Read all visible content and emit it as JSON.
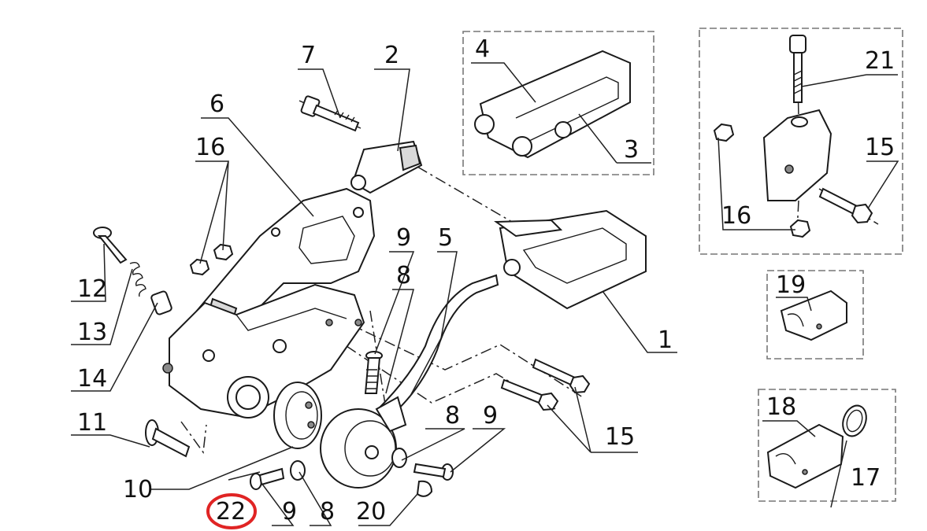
{
  "diagram": {
    "accent_color": "#e02424",
    "callouts": [
      {
        "id": "c1",
        "text": "1"
      },
      {
        "id": "c2",
        "text": "2"
      },
      {
        "id": "c3",
        "text": "3"
      },
      {
        "id": "c4",
        "text": "4"
      },
      {
        "id": "c5",
        "text": "5"
      },
      {
        "id": "c6",
        "text": "6"
      },
      {
        "id": "c7",
        "text": "7"
      },
      {
        "id": "c8a",
        "text": "8"
      },
      {
        "id": "c8b",
        "text": "8"
      },
      {
        "id": "c8c",
        "text": "8"
      },
      {
        "id": "c9a",
        "text": "9"
      },
      {
        "id": "c9b",
        "text": "9"
      },
      {
        "id": "c9c",
        "text": "9"
      },
      {
        "id": "c10",
        "text": "10"
      },
      {
        "id": "c11",
        "text": "11"
      },
      {
        "id": "c12",
        "text": "12"
      },
      {
        "id": "c13",
        "text": "13"
      },
      {
        "id": "c14",
        "text": "14"
      },
      {
        "id": "c15a",
        "text": "15"
      },
      {
        "id": "c15b",
        "text": "15"
      },
      {
        "id": "c16a",
        "text": "16"
      },
      {
        "id": "c16b",
        "text": "16"
      },
      {
        "id": "c17",
        "text": "17"
      },
      {
        "id": "c18",
        "text": "18"
      },
      {
        "id": "c19",
        "text": "19"
      },
      {
        "id": "c20",
        "text": "20"
      },
      {
        "id": "c21",
        "text": "21"
      },
      {
        "id": "c22",
        "text": "22",
        "highlighted": true
      }
    ]
  }
}
